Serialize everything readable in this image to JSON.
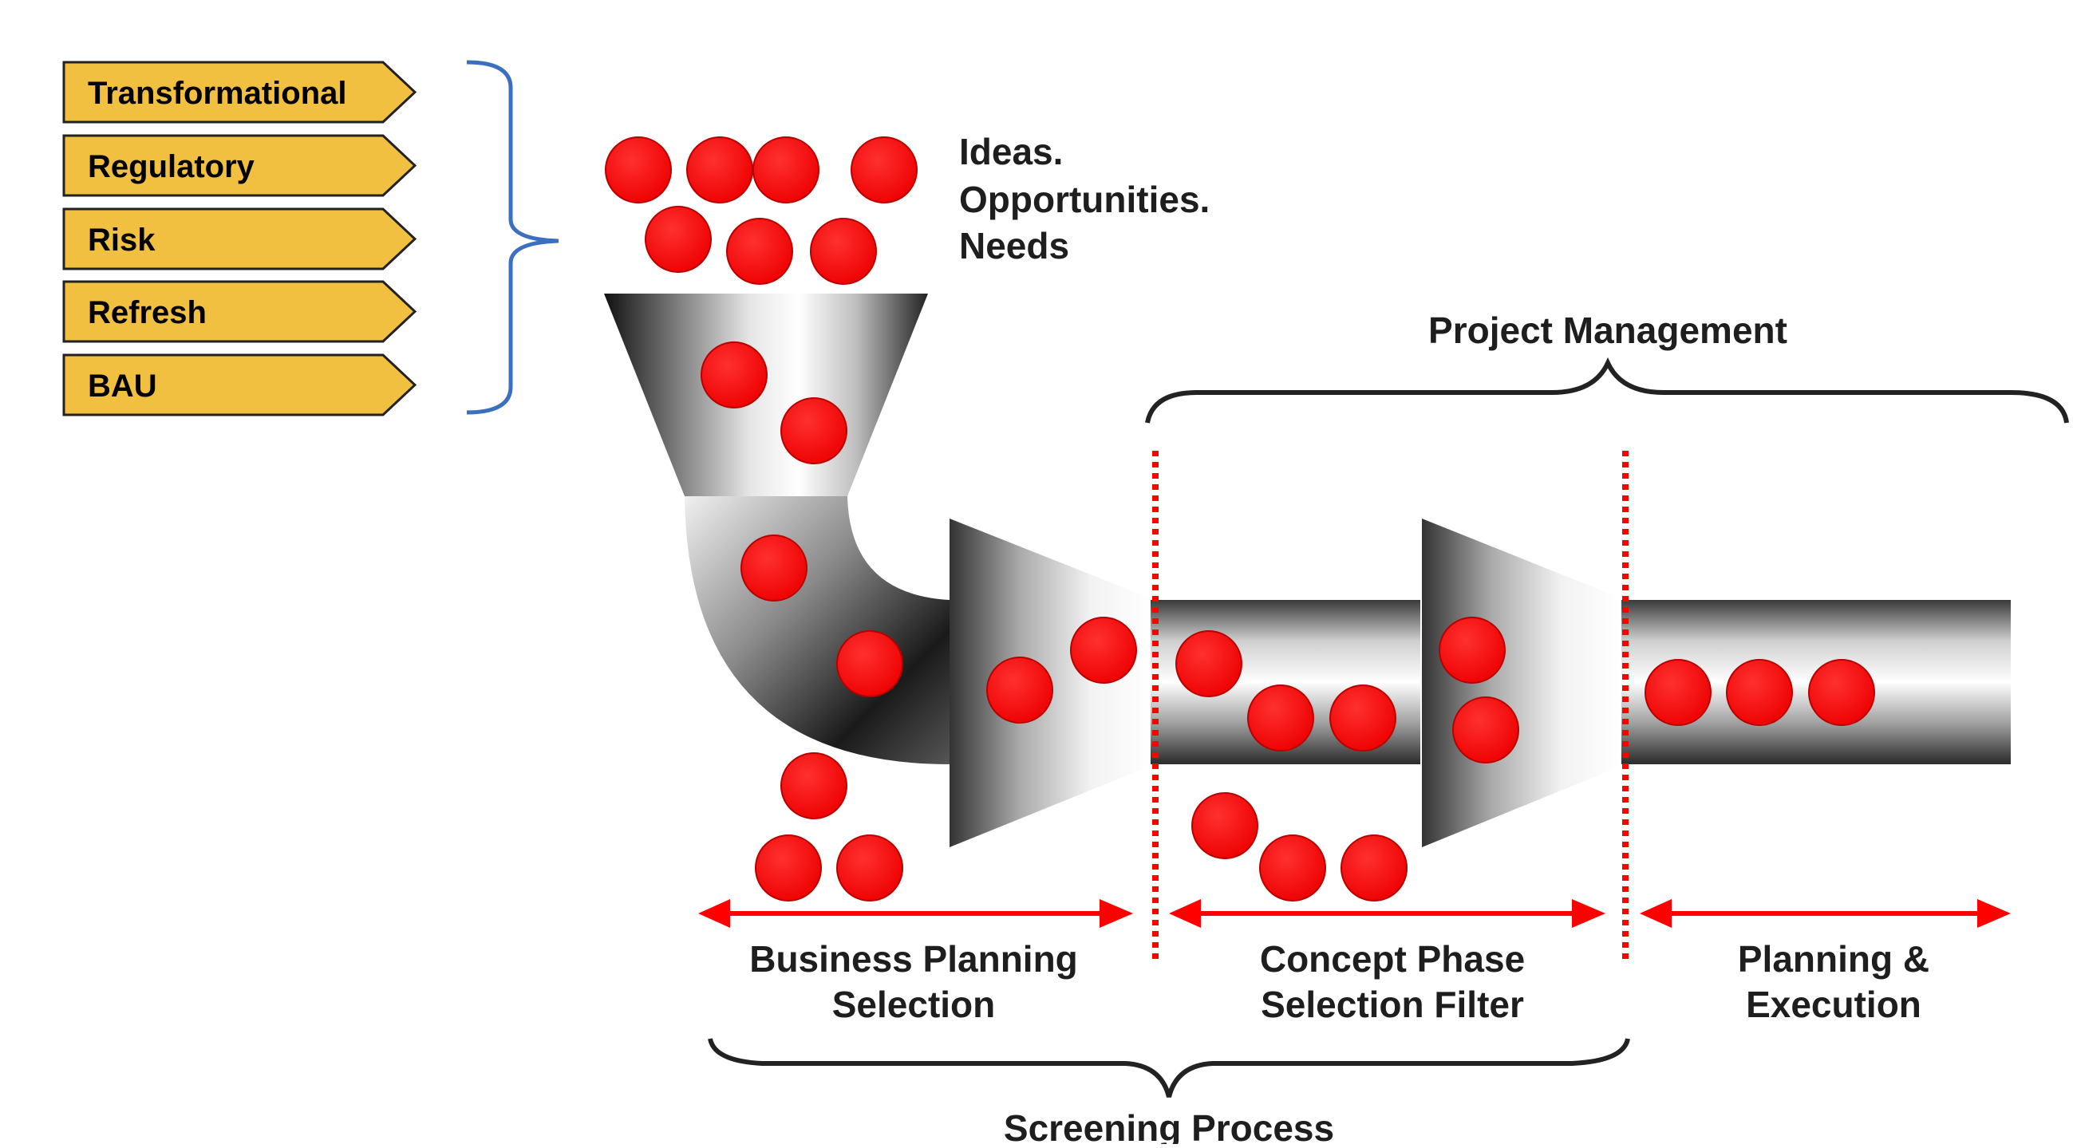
{
  "categories": [
    "Transformational",
    "Regulatory",
    "Risk",
    "Refresh",
    "BAU"
  ],
  "input_label": [
    "Ideas.",
    "Opportunities.",
    "Needs"
  ],
  "top_brace_label": "Project Management",
  "phases": [
    [
      "Business Planning",
      "Selection"
    ],
    [
      "Concept Phase",
      "Selection Filter"
    ],
    [
      "Planning &",
      "Execution"
    ]
  ],
  "bottom_brace_label": "Screening Process",
  "colors": {
    "category_fill": "#f2c040",
    "category_stroke": "#222222",
    "brace_blue": "#3b6fc0",
    "ball_red": "#ff0000",
    "arrow_red": "#ff0000",
    "divider_red": "#ff0000"
  },
  "icons": {
    "funnel": "funnel-icon",
    "pipe": "pipe-icon",
    "cone": "cone-filter-icon",
    "ball": "idea-ball-icon"
  }
}
